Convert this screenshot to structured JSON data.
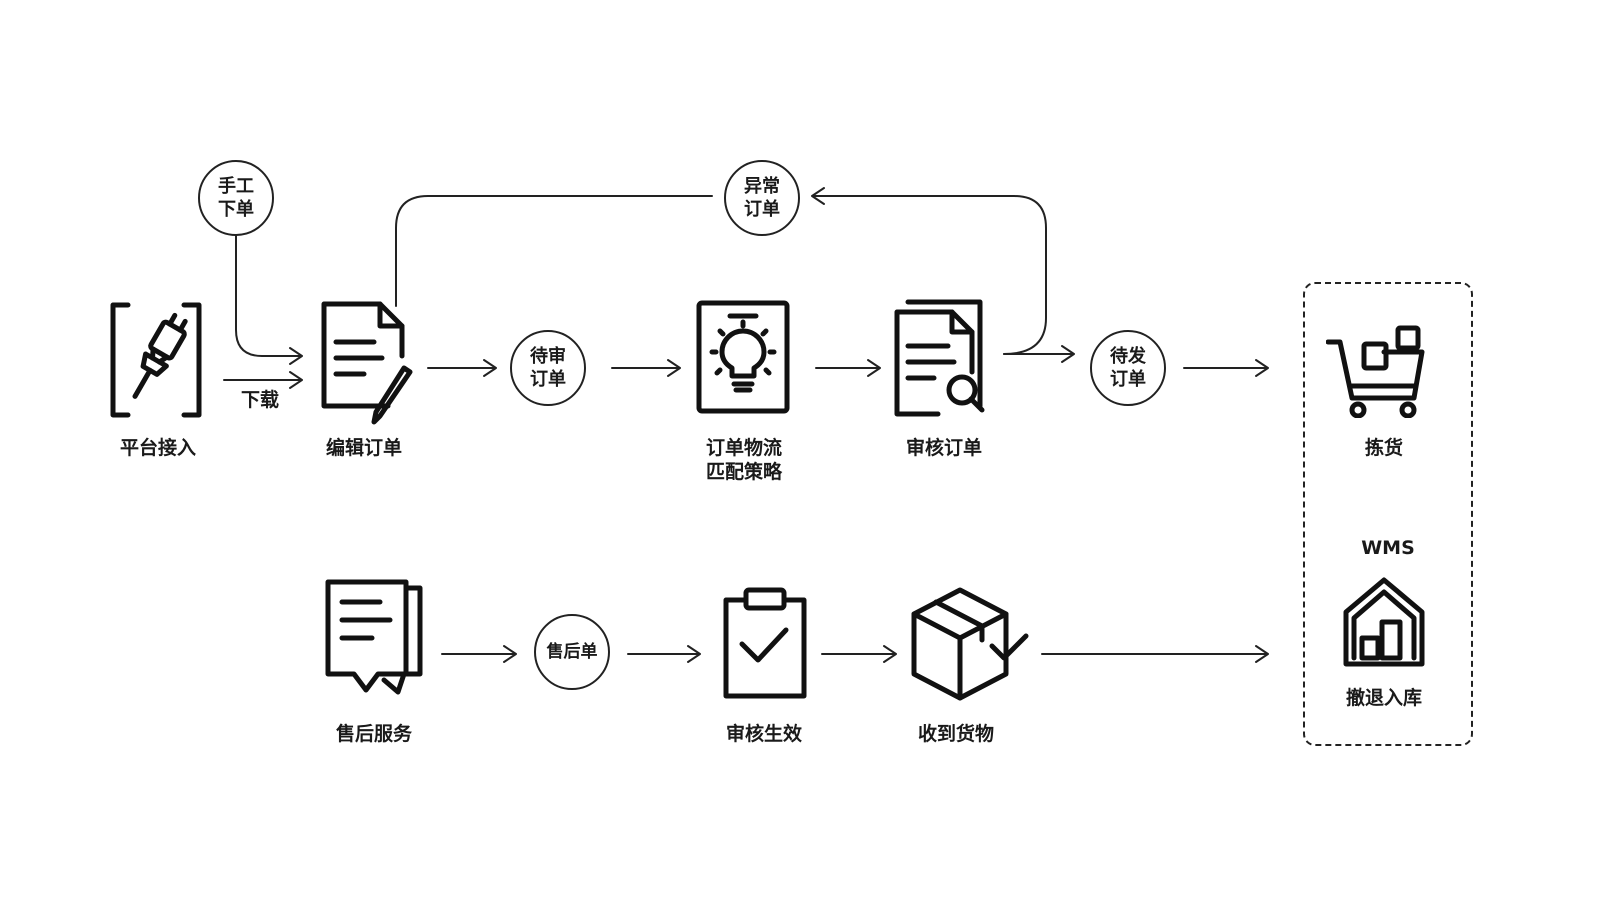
{
  "nodes": {
    "platform": "平台接入",
    "edit": "编辑订单",
    "logistics_line1": "订单物流",
    "logistics_line2": "匹配策略",
    "audit": "审核订单",
    "picking": "拣货",
    "wms": "WMS",
    "return_stock": "撤退入库",
    "after_sales": "售后服务",
    "audit_effective": "审核生效",
    "receive": "收到货物"
  },
  "states": {
    "manual_line1": "手工",
    "manual_line2": "下单",
    "pending_audit_line1": "待审",
    "pending_audit_line2": "订单",
    "abnormal_line1": "异常",
    "abnormal_line2": "订单",
    "pending_ship_line1": "待发",
    "pending_ship_line2": "订单",
    "after_sales_order": "售后单"
  },
  "edges": {
    "download": "下载"
  }
}
